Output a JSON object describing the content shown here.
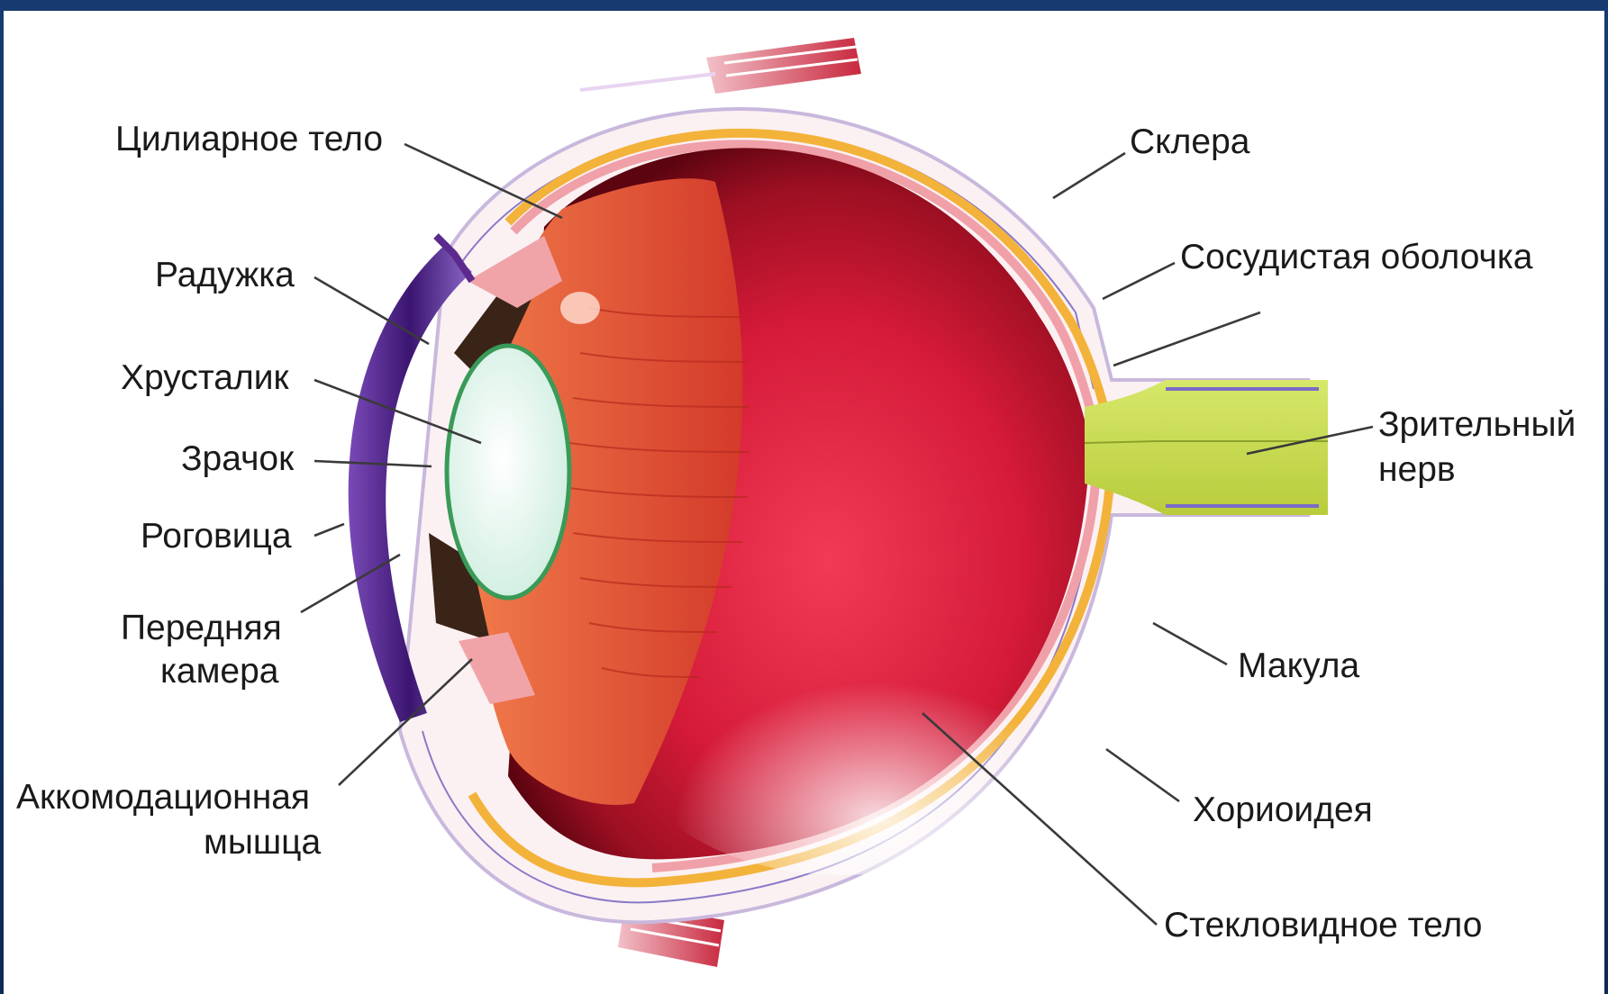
{
  "diagram": {
    "labels": {
      "ciliary_body": "Цилиарное тело",
      "iris": "Радужка",
      "lens": "Хрусталик",
      "pupil": "Зрачок",
      "cornea": "Роговица",
      "anterior_chamber_line1": "Передняя",
      "anterior_chamber_line2": "камера",
      "accommodation_muscle_line1": "Аккомодационная",
      "accommodation_muscle_line2": "мышца",
      "sclera": "Склера",
      "vascular_layer": "Сосудистая оболочка",
      "optic_nerve_line1": "Зрительный",
      "optic_nerve_line2": "нерв",
      "macula": "Макула",
      "choroid": "Хориоидея",
      "vitreous_body": "Стекловидное тело"
    },
    "colors": {
      "frame": "#12305e",
      "vitreous": "#d81c3a",
      "ciliary": "#e8552e",
      "cornea": "#5c2a8c",
      "lens": "#dff3ec",
      "optic_nerve": "#c9dc52",
      "muscle": "#d4404c"
    }
  }
}
